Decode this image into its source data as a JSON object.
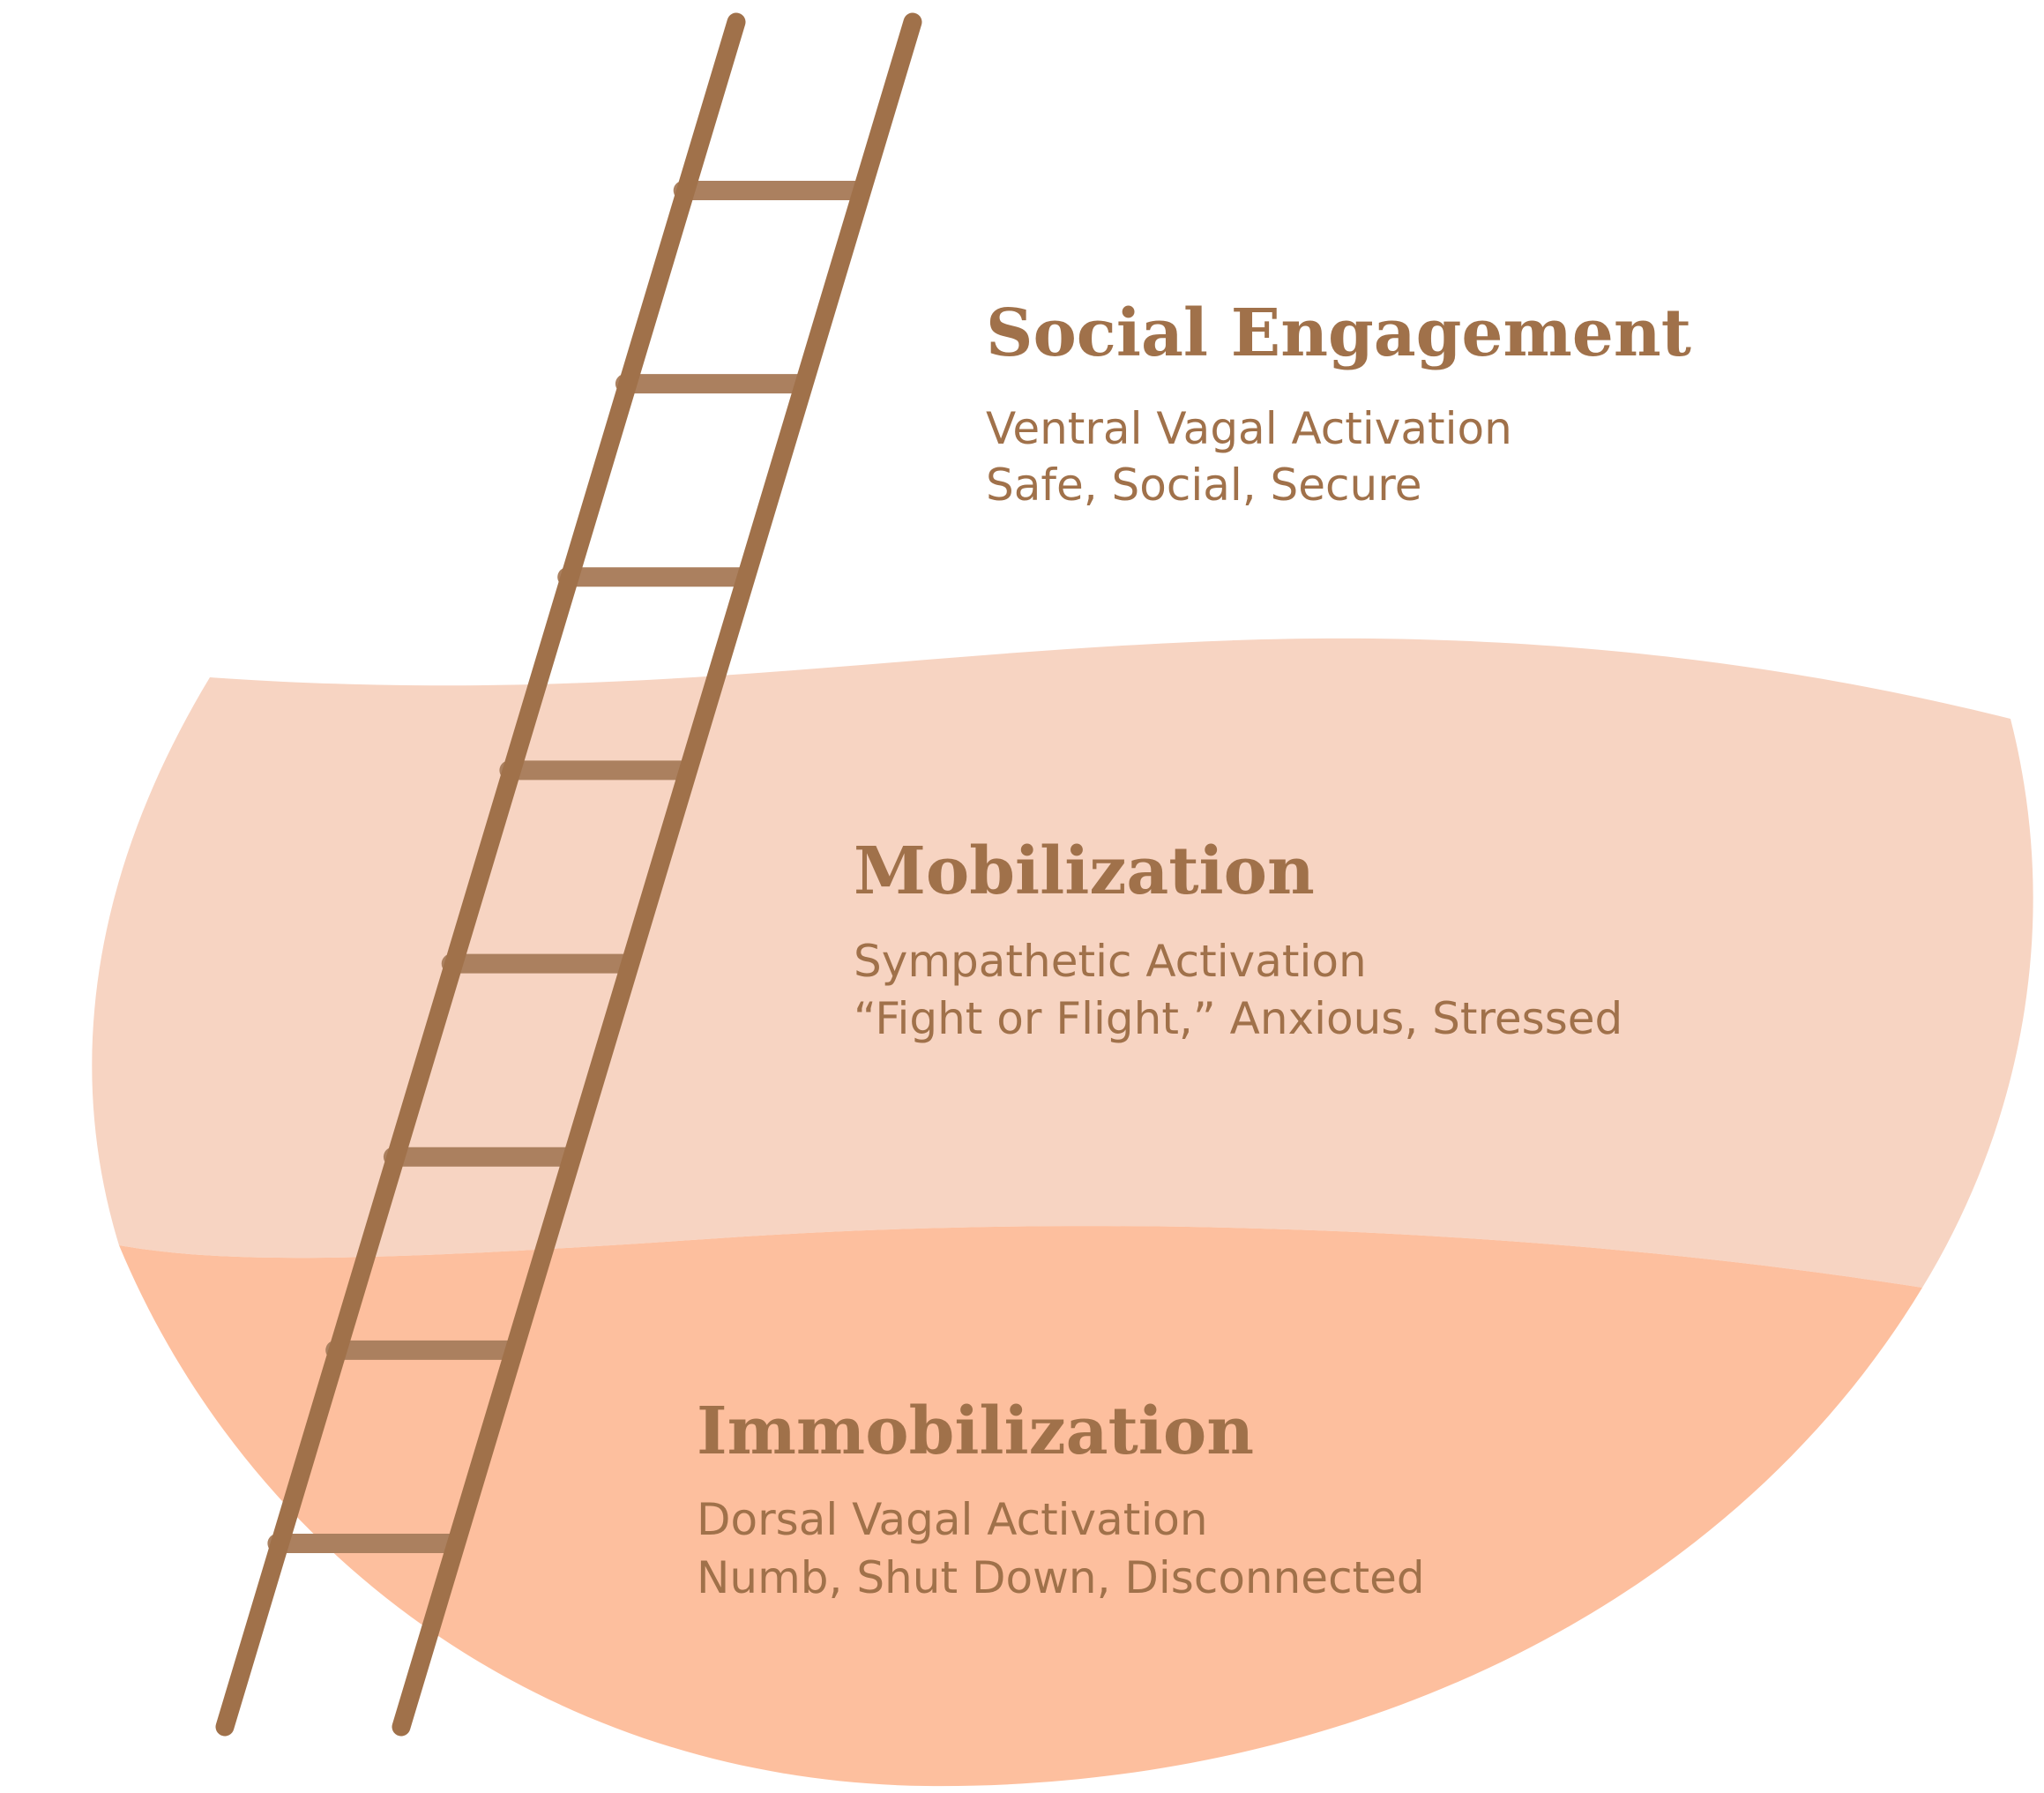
{
  "colors": {
    "background": "#ffffff",
    "mobilization_fill": "#f7d4c2",
    "immobilization_fill": "#fdbf9e",
    "ladder_rail": "#a0714a",
    "ladder_rung": "#ab805f",
    "text": "#a0714a"
  },
  "zones": [
    {
      "id": "social-engagement",
      "title": "Social Engagement",
      "line1": "Ventral Vagal Activation",
      "line2": "Safe, Social, Secure"
    },
    {
      "id": "mobilization",
      "title": "Mobilization",
      "line1": "Sympathetic Activation",
      "line2": "“Fight or Flight,” Anxious, Stressed"
    },
    {
      "id": "immobilization",
      "title": "Immobilization",
      "line1": "Dorsal Vagal Activation",
      "line2": "Numb, Shut Down, Disconnected"
    }
  ],
  "ladder": {
    "rung_count": 8
  }
}
